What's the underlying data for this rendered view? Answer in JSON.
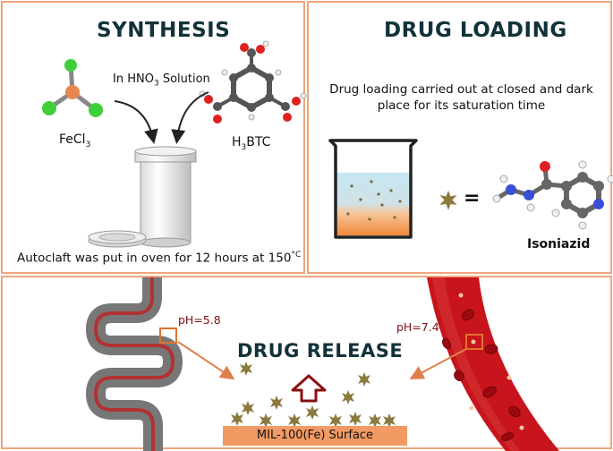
{
  "synthesis": {
    "title": "SYNTHESIS",
    "solution_label": "In HNO",
    "solution_sub": "3",
    "solution_suffix": " Solution",
    "fecl_label": "FeCl",
    "fecl_sub": "3",
    "h3btc_pre": "H",
    "h3btc_sub": "3",
    "h3btc_suffix": "BTC",
    "caption": "Autoclaft was put in oven for 12 hours at 150",
    "caption_unit": "°C"
  },
  "loading": {
    "title": "DRUG LOADING",
    "description_line1": "Drug loading carried out at closed and dark",
    "description_line2": "place for its saturation time",
    "equals": "=",
    "drug_name": "Isoniazid"
  },
  "release": {
    "title": "DRUG RELEASE",
    "ph_intestine": "pH=5.8",
    "ph_blood": "pH=7.4",
    "surface_label": "MIL-100(Fe) Surface"
  },
  "colors": {
    "panel_border": "#f0a57a",
    "title": "#12323a",
    "ph_text": "#7a1010",
    "surface": "#f29a63",
    "star": "#8a7a3e",
    "blood": "#c8141c",
    "arrow": "#e07f4e"
  }
}
